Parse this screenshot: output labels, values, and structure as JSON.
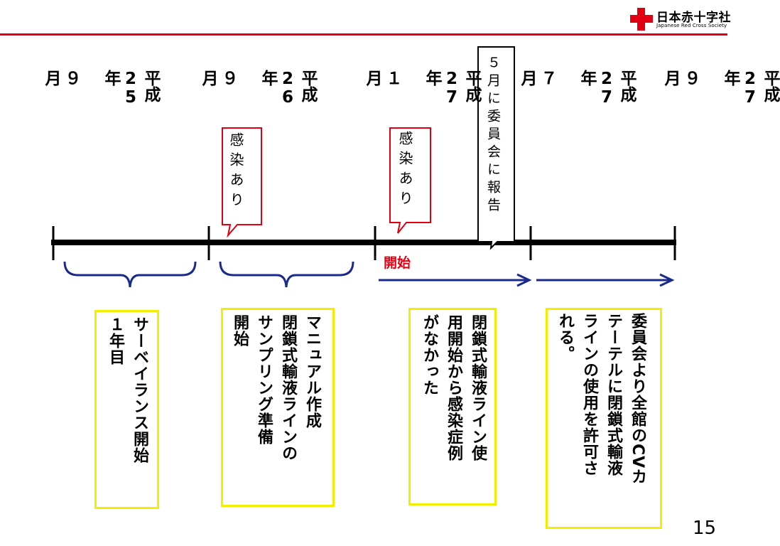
{
  "logo": {
    "name_ja": "日本赤十字社",
    "name_en": "Japanese Red Cross Society",
    "brand_color": "#e00012"
  },
  "timeline": {
    "periods": [
      "平成\n25\n年\n\n９\n月",
      "平成\n26\n年\n\n９\n月",
      "平成\n27\n年\n\n１\n月",
      "平成\n27\n年\n\n７\n月",
      "平成\n27\n年\n\n９\n月"
    ],
    "callouts": {
      "infection_1": "感染あり",
      "infection_2": "感染あり",
      "committee_report": "５月に委員会に報告"
    },
    "start_label": "開始"
  },
  "notes": {
    "surveillance": "サーベイランス開始\n１年目",
    "manual": "マニュアル作成\n閉鎖式輸液ラインの\nサンプリング準備\n開始",
    "no_infection": "閉鎖式輸液ライン使\n用開始から感染症例\nがなかった",
    "approval": "委員会より全館のCVカ\nテーテルに閉鎖式輸液\nラインの使用を許可さ\nれる。"
  },
  "page_number": "15",
  "colors": {
    "accent_red": "#e00012",
    "brace_blue": "#1a2a8c",
    "box_yellow": "#f2ee00"
  }
}
